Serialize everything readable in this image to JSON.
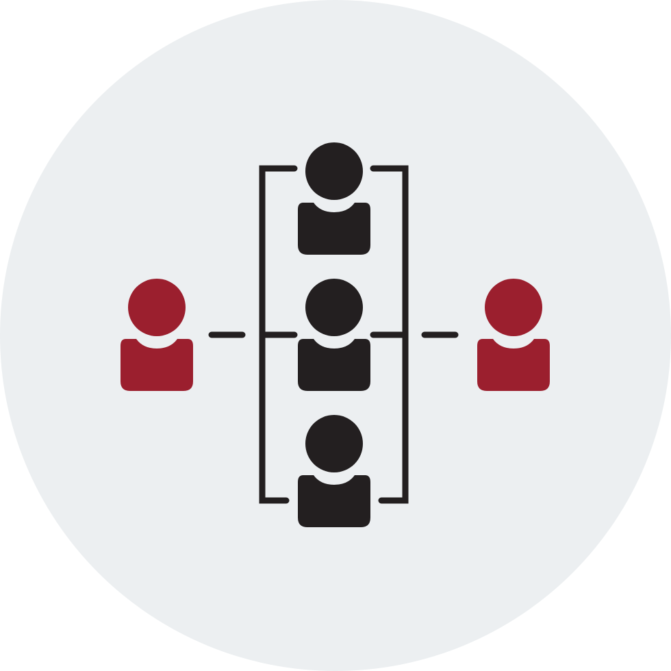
{
  "icon": {
    "name": "team-network-icon",
    "colors": {
      "background_circle": "#ECEFF1",
      "members": "#231F20",
      "external": "#9B1F2E",
      "connector": "#231F20"
    },
    "nodes": [
      {
        "id": "left-external-person",
        "role": "external"
      },
      {
        "id": "group-member-top",
        "role": "member"
      },
      {
        "id": "group-member-middle",
        "role": "member"
      },
      {
        "id": "group-member-bottom",
        "role": "member"
      },
      {
        "id": "right-external-person",
        "role": "external"
      }
    ]
  }
}
